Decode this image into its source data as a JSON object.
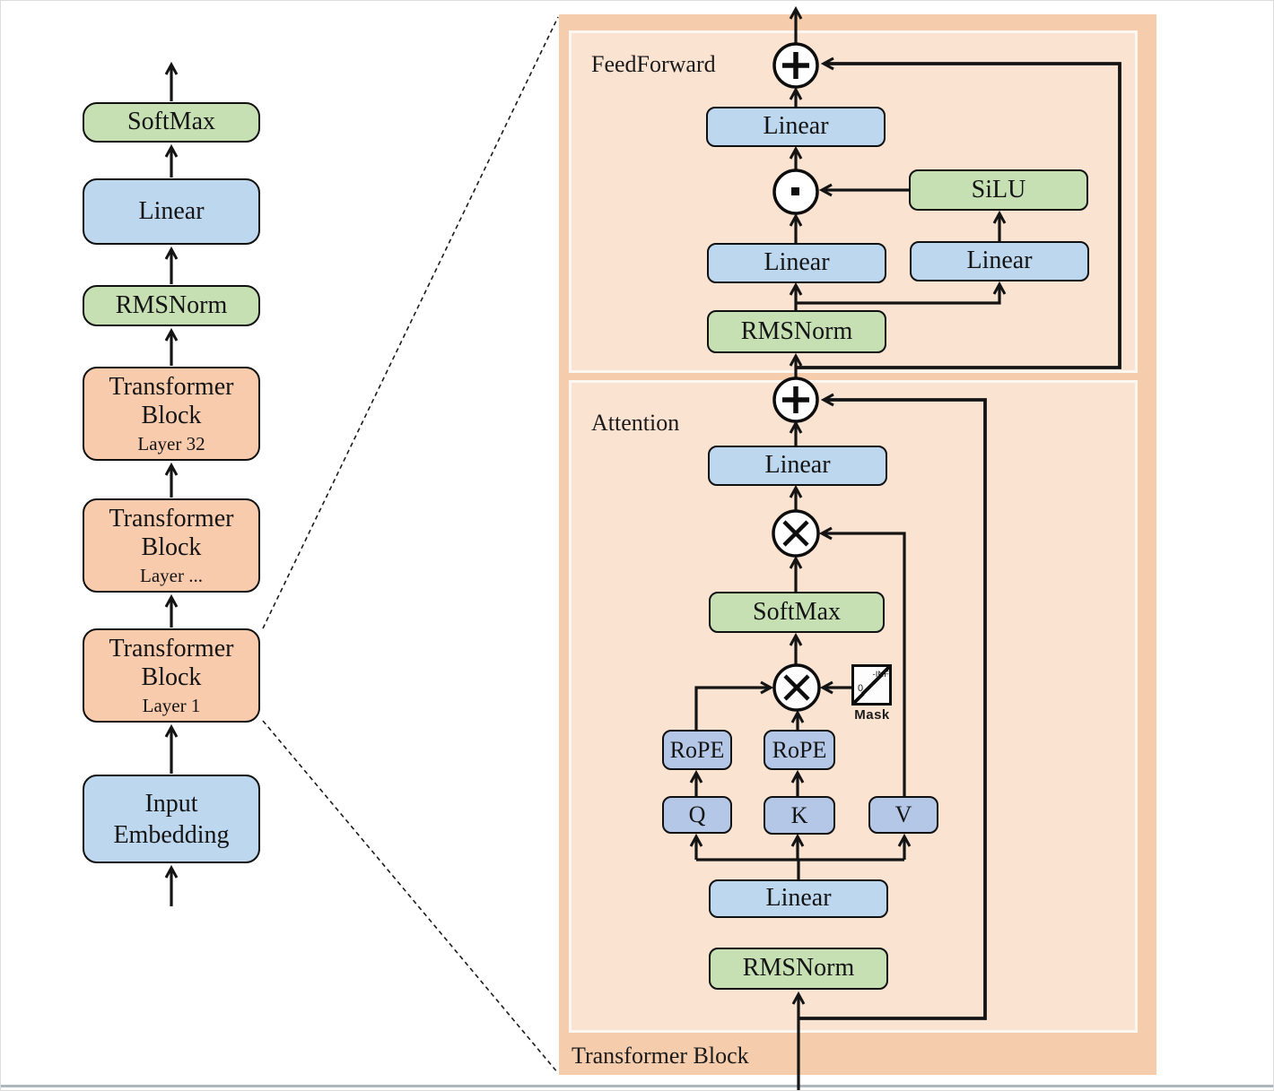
{
  "left_column": {
    "items": [
      {
        "label": "SoftMax"
      },
      {
        "label": "Linear"
      },
      {
        "label": "RMSNorm"
      },
      {
        "label": "Transformer Block",
        "sublabel": "Layer 32"
      },
      {
        "label": "Transformer Block",
        "sublabel": "Layer ..."
      },
      {
        "label": "Transformer Block",
        "sublabel": "Layer 1"
      },
      {
        "label": "Input Embedding"
      }
    ]
  },
  "panel": {
    "title": "Transformer Block",
    "feedforward": {
      "title": "FeedForward",
      "linear_out": "Linear",
      "silu": "SiLU",
      "linear_gate": "Linear",
      "linear_up": "Linear",
      "rmsnorm": "RMSNorm"
    },
    "attention": {
      "title": "Attention",
      "linear_out": "Linear",
      "softmax": "SoftMax",
      "rope_q": "RoPE",
      "rope_k": "RoPE",
      "q": "Q",
      "k": "K",
      "v": "V",
      "linear_qkv": "Linear",
      "rmsnorm": "RMSNorm",
      "mask": {
        "label": "Mask",
        "inf": "-INF",
        "zero": "0"
      }
    },
    "operators": {
      "add": "+",
      "matmul": "×",
      "elementwise_product": "·"
    }
  },
  "colors": {
    "blue_box": "#bdd7ee",
    "blue_small": "#b4c7e7",
    "green_box": "#c6e0b4",
    "orange_box": "#f8cbad",
    "panel_outer": "#f6cdac",
    "panel_inner": "#fbe3d2",
    "line": "#141414"
  }
}
